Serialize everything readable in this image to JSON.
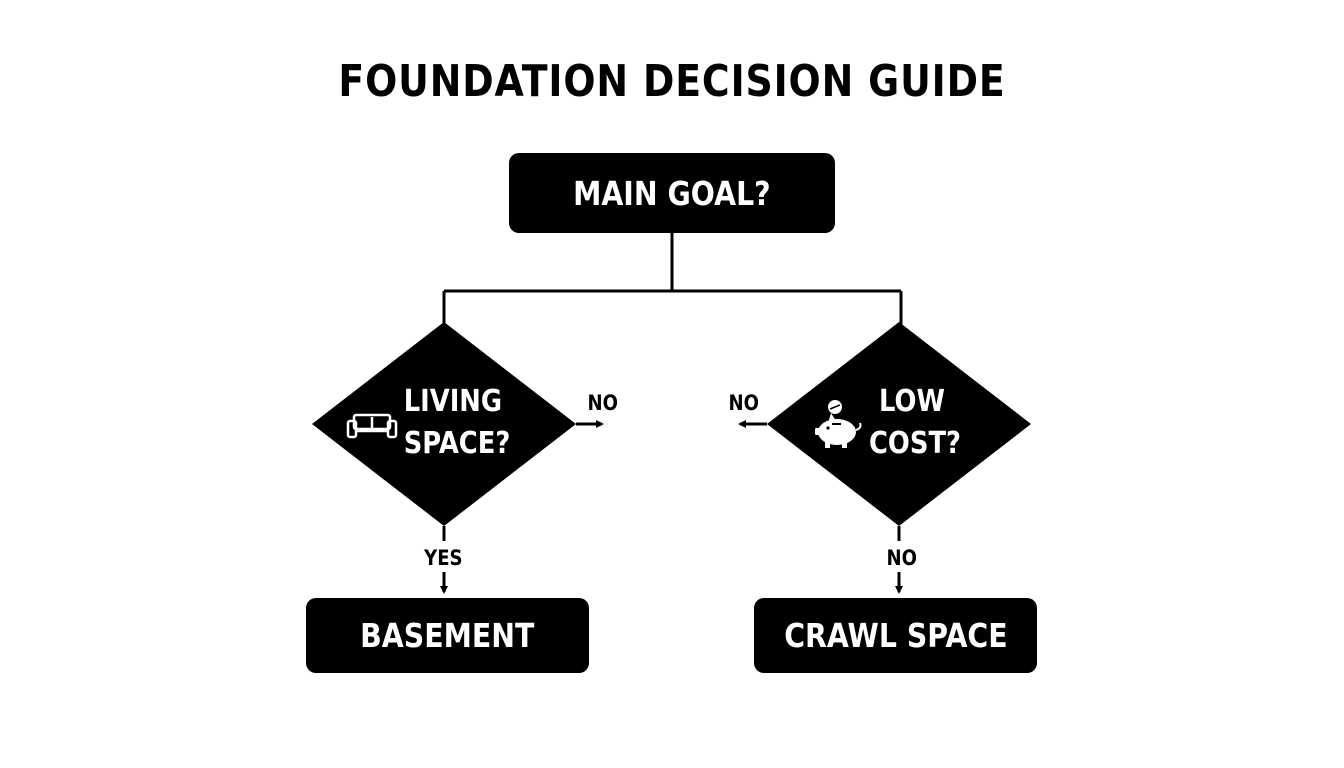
{
  "title": "FOUNDATION DECISION GUIDE",
  "nodes": {
    "main_goal": "MAIN GOAL?",
    "living_space": {
      "line1": "LIVING",
      "line2": "SPACE?"
    },
    "low_cost": {
      "line1": "LOW",
      "line2": "COST?"
    },
    "basement": "BASEMENT",
    "crawl_space": "CRAWL SPACE"
  },
  "edges": {
    "living_no": "NO",
    "living_yes": "YES",
    "cost_no_side": "NO",
    "cost_no_down": "NO"
  },
  "icons": {
    "living_space": "sofa-icon",
    "low_cost": "piggy-bank-icon"
  },
  "colors": {
    "background": "#ffffff",
    "ink": "#000000",
    "inverse_text": "#ffffff"
  }
}
